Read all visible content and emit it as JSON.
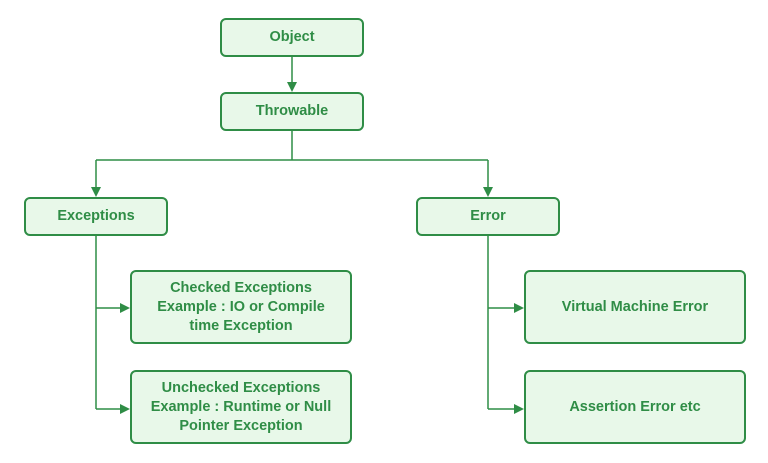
{
  "diagram": {
    "colors": {
      "stroke": "#2f8d46",
      "fill": "#e8f8e9",
      "text": "#2f8d46"
    },
    "nodes": {
      "object": {
        "label": "Object"
      },
      "throwable": {
        "label": "Throwable"
      },
      "exceptions": {
        "label": "Exceptions"
      },
      "error": {
        "label": "Error"
      },
      "checked": {
        "lines": [
          "Checked Exceptions",
          "Example : IO or Compile",
          "time Exception"
        ]
      },
      "unchecked": {
        "lines": [
          "Unchecked Exceptions",
          "Example : Runtime or Null",
          "Pointer Exception"
        ]
      },
      "vme": {
        "label": "Virtual Machine Error"
      },
      "assertion": {
        "label": "Assertion Error etc"
      }
    },
    "edges": [
      {
        "from": "object",
        "to": "throwable"
      },
      {
        "from": "throwable",
        "to": "exceptions"
      },
      {
        "from": "throwable",
        "to": "error"
      },
      {
        "from": "exceptions",
        "to": "checked"
      },
      {
        "from": "exceptions",
        "to": "unchecked"
      },
      {
        "from": "error",
        "to": "vme"
      },
      {
        "from": "error",
        "to": "assertion"
      }
    ]
  }
}
